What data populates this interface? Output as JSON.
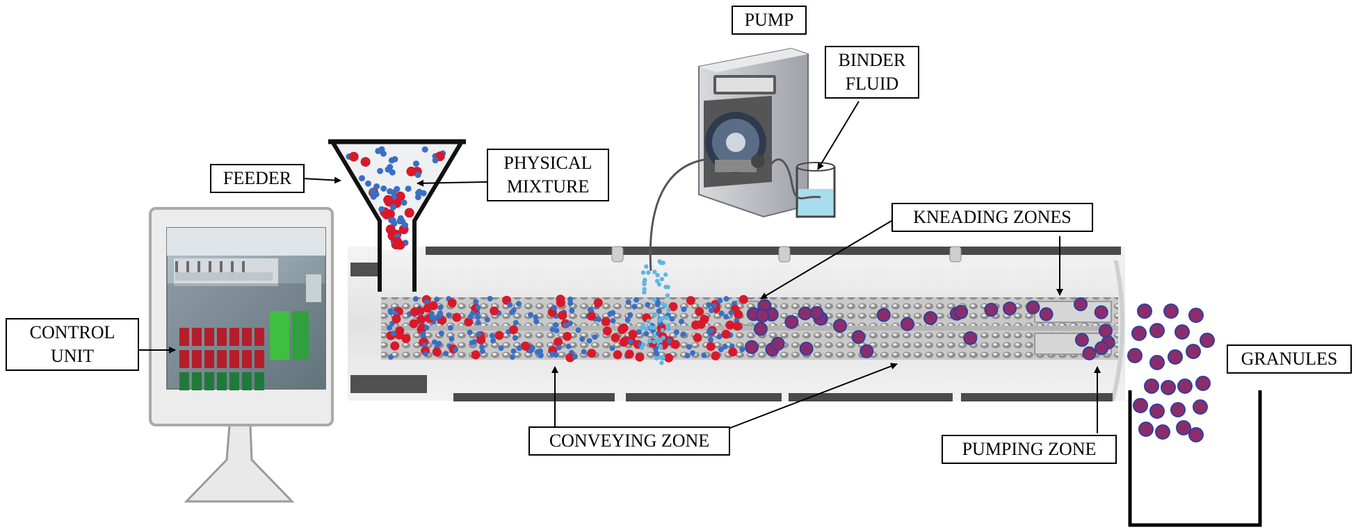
{
  "labels": {
    "pump": "PUMP",
    "binder_fluid": [
      "BINDER",
      "FLUID"
    ],
    "feeder": "FEEDER",
    "physical_mixture": [
      "PHYSICAL",
      "MIXTURE"
    ],
    "kneading_zones": "KNEADING ZONES",
    "control_unit": [
      "CONTROL",
      "UNIT"
    ],
    "granules": "GRANULES",
    "conveying_zone": "CONVEYING ZONE",
    "pumping_zone": "PUMPING ZONE"
  },
  "colors": {
    "active_ingredient": "#d8192a",
    "excipient": "#3a6fc4",
    "granule_fill": "#8b2d6a",
    "granule_ring": "#2f3f9e",
    "binder_liquid": "#a8dcef",
    "binder_drop": "#5fb6e0",
    "barrel": "#e6e6e6",
    "frame": "#000000"
  }
}
